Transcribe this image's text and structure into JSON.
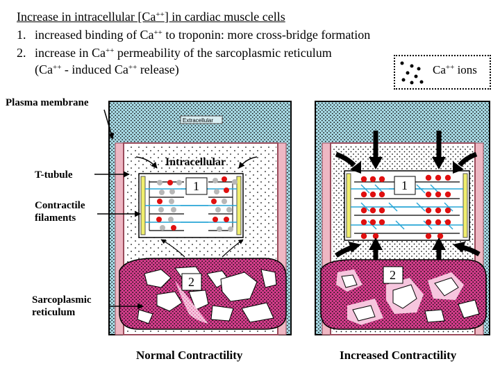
{
  "header": {
    "title_pre": "Increase in intracellular [Ca",
    "title_sup": "++",
    "title_post": "] in cardiac muscle cells",
    "item1_num": "1.",
    "item1_pre": "increased binding of Ca",
    "item1_sup": "++",
    "item1_post": " to troponin: more cross-bridge formation",
    "item2_num": "2.",
    "item2_pre": "increase in Ca",
    "item2_sup": "++",
    "item2_post": " permeability of the sarcoplasmic reticulum",
    "item2b_pre": "(Ca",
    "item2b_sup": "++",
    "item2b_mid": " - induced Ca",
    "item2b_sup2": "++",
    "item2b_post": " release)"
  },
  "legend": {
    "label_pre": "Ca",
    "label_sup": "++",
    "label_post": " ions"
  },
  "labels": {
    "plasma_membrane": "Plasma membrane",
    "t_tubule": "T-tubule",
    "contractile_1": "Contractile",
    "contractile_2": "filaments",
    "sr_1": "Sarcoplasmic",
    "sr_2": "reticulum"
  },
  "panels": {
    "extracellular": "Extracellular",
    "intracellular": "Intracellular",
    "marker1": "1",
    "marker2": "2",
    "left_caption": "Normal Contractility",
    "right_caption": "Increased Contractility"
  },
  "colors": {
    "extracellular": "#a8dbe6",
    "sr_magenta": "#d63c8c",
    "calcium_red": "#e01010",
    "calcium_gray": "#b8b8b8",
    "filament_blue": "#27a5d6",
    "zdisc_yellow": "#f0ee6c"
  }
}
